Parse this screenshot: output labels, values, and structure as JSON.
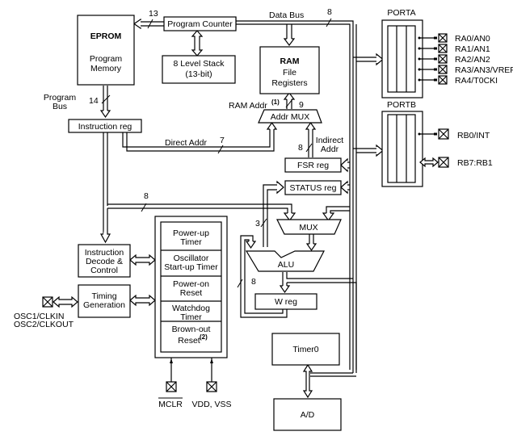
{
  "diagram": {
    "blocks": {
      "eprom": {
        "title": "EPROM",
        "line1": "Program",
        "line2": "Memory"
      },
      "program_counter": {
        "label": "Program Counter"
      },
      "stack": {
        "line1": "8 Level Stack",
        "line2": "(13-bit)"
      },
      "ram": {
        "title": "RAM",
        "line1": "File",
        "line2": "Registers"
      },
      "instruction_reg": {
        "label": "Instruction reg"
      },
      "addr_mux": {
        "label": "Addr MUX"
      },
      "fsr_reg": {
        "label": "FSR reg"
      },
      "status_reg": {
        "label": "STATUS reg"
      },
      "mux": {
        "label": "MUX"
      },
      "alu": {
        "label": "ALU"
      },
      "w_reg": {
        "label": "W reg"
      },
      "instruction_decode": {
        "line1": "Instruction",
        "line2": "Decode &",
        "line3": "Control"
      },
      "timing_generation": {
        "line1": "Timing",
        "line2": "Generation"
      },
      "timer0": {
        "label": "Timer0"
      },
      "ad": {
        "label": "A/D"
      },
      "porta": {
        "label": "PORTA"
      },
      "portb": {
        "label": "PORTB"
      }
    },
    "reset_block": {
      "items": [
        {
          "line1": "Power-up",
          "line2": "Timer"
        },
        {
          "line1": "Oscillator",
          "line2": "Start-up Timer"
        },
        {
          "line1": "Power-on",
          "line2": "Reset"
        },
        {
          "line1": "Watchdog",
          "line2": "Timer"
        },
        {
          "line1": "Brown-out",
          "line2": "Reset",
          "superscript": "(2)"
        }
      ]
    },
    "labels": {
      "data_bus": "Data Bus",
      "program_bus_1": "Program",
      "program_bus_2": "Bus",
      "ram_addr": "RAM Addr",
      "ram_addr_note": "(1)",
      "direct_addr": "Direct Addr",
      "indirect_addr_1": "Indirect",
      "indirect_addr_2": "Addr"
    },
    "bus_widths": {
      "pc_to_eprom": "13",
      "data_bus": "8",
      "program_bus": "14",
      "ram_addr": "9",
      "direct_addr": "7",
      "indirect_addr": "8",
      "ir_to_mux": "8",
      "status_to_alu": "3",
      "w_feedback": "8"
    },
    "pins": {
      "porta": [
        "RA0/AN0",
        "RA1/AN1",
        "RA2/AN2",
        "RA3/AN3/VREF",
        "RA4/T0CKI"
      ],
      "portb": [
        "RB0/INT",
        "RB7:RB1"
      ],
      "osc1": "OSC1/CLKIN",
      "osc2": "OSC2/CLKOUT",
      "mclr": "MCLR",
      "vdd_vss": "VDD, VSS"
    }
  }
}
